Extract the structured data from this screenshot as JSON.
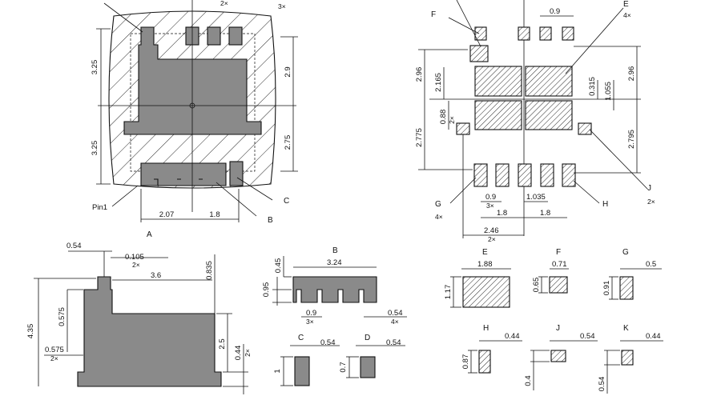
{
  "figure": {
    "left_top": {
      "dims_left": [
        "3.25",
        "3.25"
      ],
      "dims_right": [
        "2.9",
        "2.75"
      ],
      "dims_bottom": [
        "2.07",
        "1.8"
      ],
      "top_labels": [
        "2×",
        "3×"
      ],
      "pin_label": "Pin1",
      "callouts": [
        "C",
        "B"
      ],
      "caption": "A"
    },
    "detail_a": {
      "dims": [
        "0.54",
        "0.105",
        "2×",
        "3.6",
        "0.835",
        "4.35",
        "0.575",
        "0.575",
        "2×",
        "2.5",
        "0.44",
        "2×"
      ]
    },
    "detail_b": {
      "label": "B",
      "dims": [
        "0.45",
        "3.24",
        "0.95",
        "0.9",
        "3×",
        "0.54",
        "4×"
      ]
    },
    "detail_c": {
      "label": "C",
      "dims": [
        "0.54",
        "1"
      ]
    },
    "detail_d": {
      "label": "D",
      "dims": [
        "0.54",
        "0.7"
      ]
    },
    "right_top": {
      "callouts": [
        "F",
        "E",
        "4×",
        "G",
        "4×",
        "H",
        "J",
        "2×"
      ],
      "top_dims": [
        "0.9"
      ],
      "left_dims": [
        "2.96",
        "2.165",
        "0.88",
        "2×",
        "2.775"
      ],
      "right_dims": [
        "0.315",
        "1.055",
        "2.96",
        "2.795"
      ],
      "bottom_dims": [
        "0.9",
        "3×",
        "1.035",
        "1.8",
        "1.8",
        "2.46",
        "2×"
      ]
    },
    "pads": [
      {
        "label": "E",
        "dims": [
          "1.88",
          "1.17"
        ]
      },
      {
        "label": "F",
        "dims": [
          "0.71",
          "0.65"
        ]
      },
      {
        "label": "G",
        "dims": [
          "0.5",
          "0.91"
        ]
      },
      {
        "label": "H",
        "dims": [
          "0.44",
          "0.87"
        ]
      },
      {
        "label": "J",
        "dims": [
          "0.54",
          "0.4"
        ]
      },
      {
        "label": "K",
        "dims": [
          "0.44",
          "0.54"
        ]
      }
    ]
  }
}
